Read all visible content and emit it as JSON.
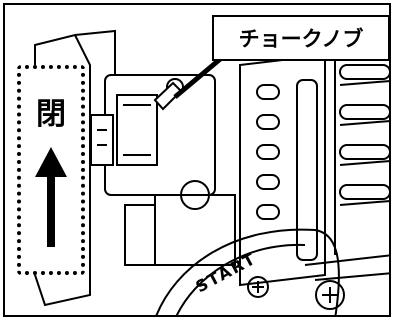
{
  "callout": {
    "label": "チョークノブ"
  },
  "direction_panel": {
    "label": "閉",
    "icon": "up-arrow-icon"
  },
  "engraving": {
    "text": "START"
  },
  "colors": {
    "line": "#000000",
    "background": "#ffffff"
  }
}
